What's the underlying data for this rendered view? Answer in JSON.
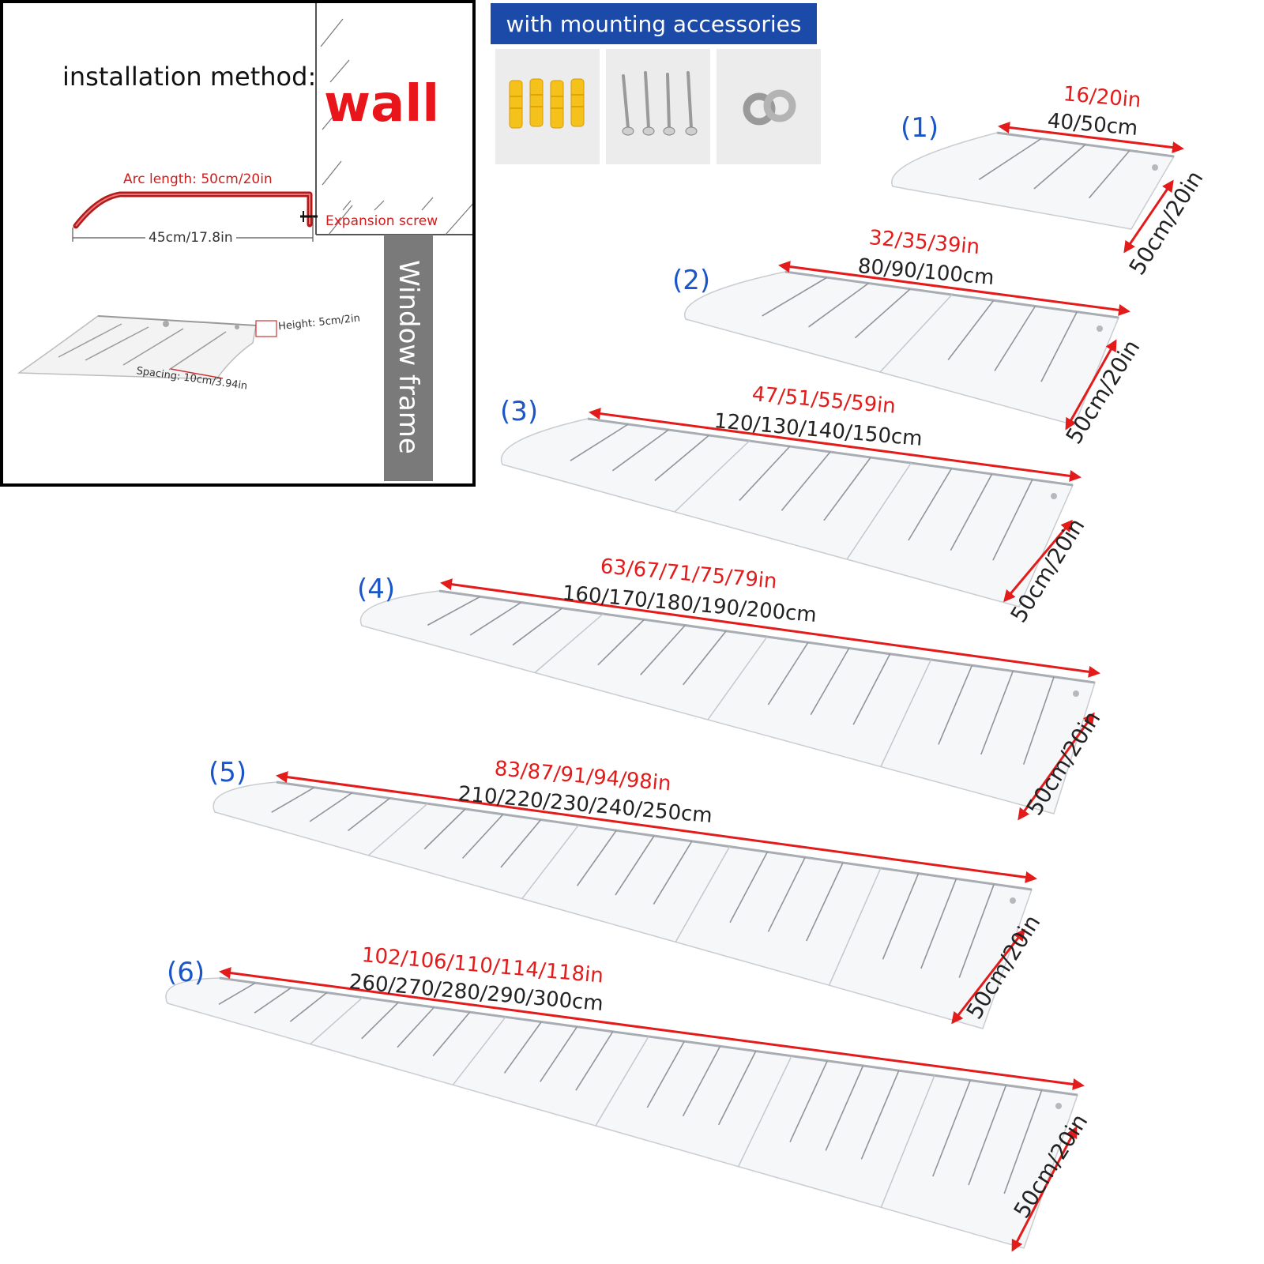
{
  "installation": {
    "title": "installation method:",
    "wall_label": "wall",
    "window_frame_label": "Window frame",
    "arc_length_label": "Arc length: 50cm/20in",
    "expansion_screw_label": "Expansion screw",
    "projection_label": "45cm/17.8in",
    "height_label": "Height: 5cm/2in",
    "spacing_label": "Spacing: 10cm/3.94in"
  },
  "accessories": {
    "header": "with mounting accessories",
    "items": [
      "wall-plug-icon",
      "screw-icon",
      "washer-icon"
    ]
  },
  "variants": [
    {
      "number": "(1)",
      "length_in": "16/20in",
      "length_cm": "40/50cm",
      "depth": "50cm/20in",
      "sections": 1
    },
    {
      "number": "(2)",
      "length_in": "32/35/39in",
      "length_cm": "80/90/100cm",
      "depth": "50cm/20in",
      "sections": 2
    },
    {
      "number": "(3)",
      "length_in": "47/51/55/59in",
      "length_cm": "120/130/140/150cm",
      "depth": "50cm/20in",
      "sections": 3
    },
    {
      "number": "(4)",
      "length_in": "63/67/71/75/79in",
      "length_cm": "160/170/180/190/200cm",
      "depth": "50cm/20in",
      "sections": 4
    },
    {
      "number": "(5)",
      "length_in": "83/87/91/94/98in",
      "length_cm": "210/220/230/240/250cm",
      "depth": "50cm/20in",
      "sections": 5
    },
    {
      "number": "(6)",
      "length_in": "102/106/110/114/118in",
      "length_cm": "260/270/280/290/300cm",
      "depth": "50cm/20in",
      "sections": 6
    }
  ],
  "colors": {
    "dimension_red": "#e31b1b",
    "variant_blue": "#1b56c8",
    "header_blue": "#1c4aa8",
    "panel_gray": "#7a7a7a",
    "plug_yellow": "#f5c21b"
  }
}
